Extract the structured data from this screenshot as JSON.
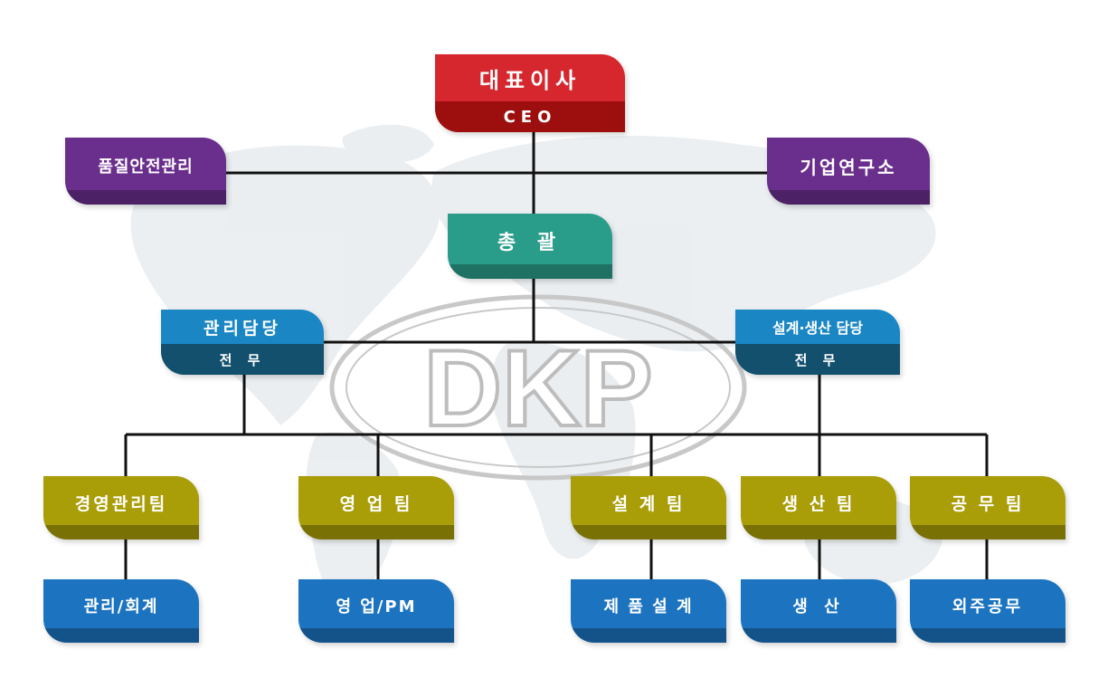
{
  "title": "",
  "colors": {
    "ceo": "#d6272e",
    "ceo_dark": "#9d0f0f",
    "advisory": "#6a2f8c",
    "general": "#2a9d8a",
    "director": "#1b86c4",
    "director_dark": "#12506d",
    "team": "#a99d08",
    "unit": "#1c74c0",
    "connector": "#111111",
    "watermark": "#bdbdbd"
  },
  "watermark": "DKP",
  "nodes": {
    "ceo": {
      "label": "대표이사",
      "sub": "CEO"
    },
    "quality": {
      "label": "품질안전관리"
    },
    "research": {
      "label": "기업연구소"
    },
    "general": {
      "label": "총 괄"
    },
    "mgmt_director": {
      "label": "관리담당",
      "sub": "전 무"
    },
    "design_director": {
      "label": "설계·생산 담당",
      "sub": "전 무"
    },
    "teams": [
      {
        "label": "경영관리팀",
        "unit": "관리/회계"
      },
      {
        "label": "영 업 팀",
        "unit": "영 업/PM"
      },
      {
        "label": "설 계 팀",
        "unit": "제 품 설 계"
      },
      {
        "label": "생 산 팀",
        "unit": "생 산"
      },
      {
        "label": "공 무 팀",
        "unit": "외주공무"
      }
    ]
  }
}
